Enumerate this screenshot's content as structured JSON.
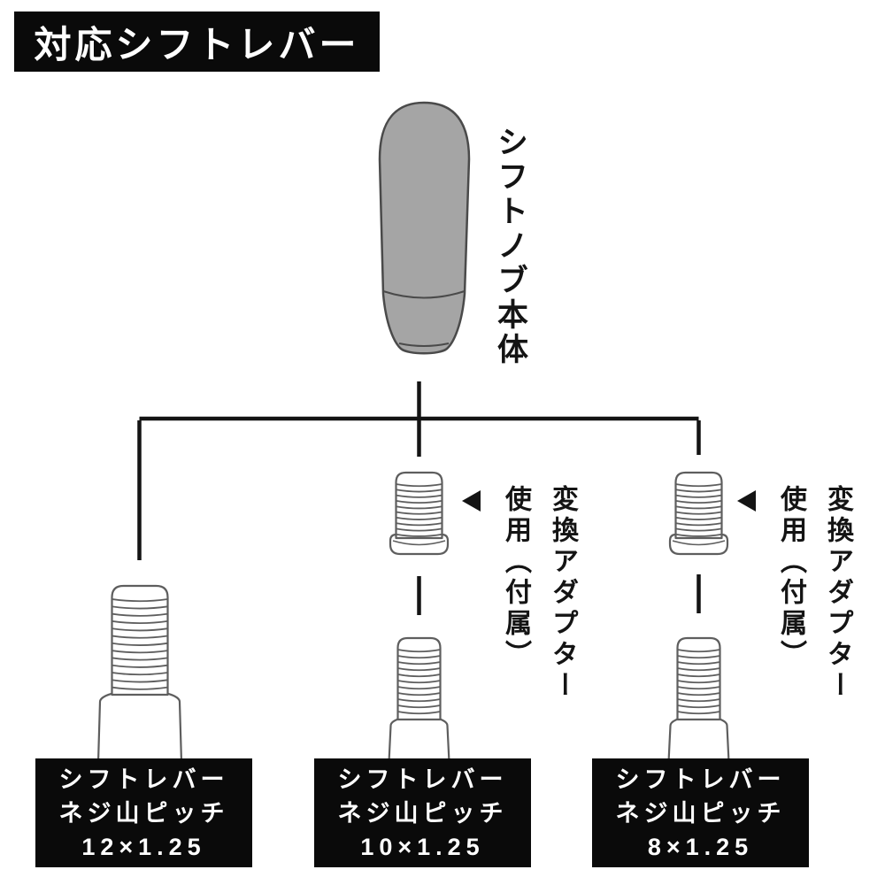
{
  "title": "対応シフトレバー",
  "knob": {
    "label_vertical": "シフトノブ本体"
  },
  "adapter_callout": {
    "column_right": "変換アダプター",
    "column_left": "使用（付属）"
  },
  "levers": [
    {
      "label_line1": "シフトレバー",
      "label_line2": "ネジ山ピッチ",
      "pitch": "12×1.25",
      "uses_adapter": false
    },
    {
      "label_line1": "シフトレバー",
      "label_line2": "ネジ山ピッチ",
      "pitch": "10×1.25",
      "uses_adapter": true
    },
    {
      "label_line1": "シフトレバー",
      "label_line2": "ネジ山ピッチ",
      "pitch": "8×1.25",
      "uses_adapter": true
    }
  ],
  "icons": {
    "adapter_pointer": "left-filled-triangle"
  },
  "colors": {
    "background": "#ffffff",
    "banner_bg": "#0a0a0a",
    "banner_text": "#ffffff",
    "label_bg": "#0a0a0a",
    "label_text": "#ffffff",
    "line": "#141414",
    "knob_fill": "#a5a5a5",
    "knob_outline": "#4a4a4a",
    "illustration_outline": "#5e5e5e"
  }
}
